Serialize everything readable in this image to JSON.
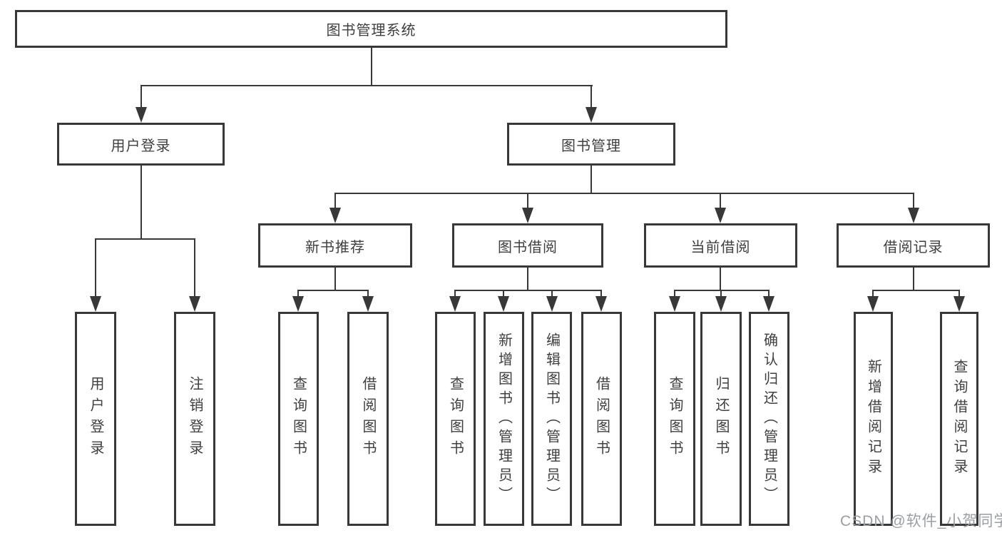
{
  "diagram": {
    "type": "tree",
    "background_color": "#ffffff",
    "line_color": "#383838",
    "text_color": "#3f3f3f",
    "watermark": {
      "text": "CSDN @软件_小贺同学",
      "color": "#9b9ea3"
    },
    "nodes": {
      "root": {
        "label": "图书管理系统"
      },
      "user_login": {
        "label": "用户登录"
      },
      "book_mgmt": {
        "label": "图书管理"
      },
      "new_book_rec": {
        "label": "新书推荐"
      },
      "book_borrow": {
        "label": "图书借阅"
      },
      "current_borrow": {
        "label": "当前借阅"
      },
      "borrow_records": {
        "label": "借阅记录"
      },
      "leaf_user_login": {
        "label": "用户登录"
      },
      "leaf_logout": {
        "label": "注销登录"
      },
      "leaf_query_book_1": {
        "label": "查询图书"
      },
      "leaf_borrow_book_1": {
        "label": "借阅图书"
      },
      "leaf_query_book_2": {
        "label": "查询图书"
      },
      "leaf_add_book": {
        "label": "新增图书（管理员）"
      },
      "leaf_edit_book": {
        "label": "编辑图书（管理员）"
      },
      "leaf_borrow_book_2": {
        "label": "借阅图书"
      },
      "leaf_query_book_3": {
        "label": "查询图书"
      },
      "leaf_return_book": {
        "label": "归还图书"
      },
      "leaf_confirm_return": {
        "label": "确认归还（管理员）"
      },
      "leaf_add_record": {
        "label": "新增借阅记录"
      },
      "leaf_query_record": {
        "label": "查询借阅记录"
      }
    },
    "edges": [
      "图书管理系统 -> 用户登录",
      "图书管理系统 -> 图书管理",
      "用户登录 -> 用户登录(叶)",
      "用户登录 -> 注销登录",
      "图书管理 -> 新书推荐",
      "图书管理 -> 图书借阅",
      "图书管理 -> 当前借阅",
      "图书管理 -> 借阅记录",
      "新书推荐 -> 查询图书",
      "新书推荐 -> 借阅图书",
      "图书借阅 -> 查询图书",
      "图书借阅 -> 新增图书（管理员）",
      "图书借阅 -> 编辑图书（管理员）",
      "图书借阅 -> 借阅图书",
      "当前借阅 -> 查询图书",
      "当前借阅 -> 归还图书",
      "当前借阅 -> 确认归还（管理员）",
      "借阅记录 -> 新增借阅记录",
      "借阅记录 -> 查询借阅记录"
    ]
  }
}
